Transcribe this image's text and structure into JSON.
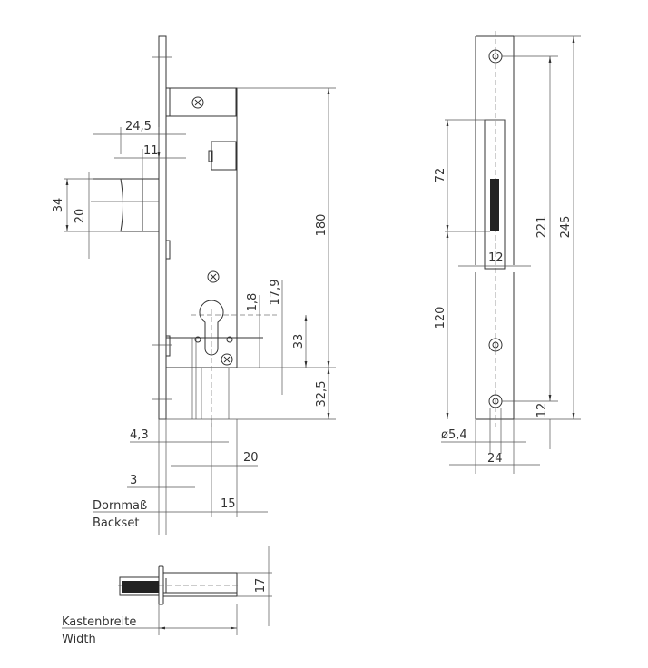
{
  "lock_body": {
    "dims": {
      "d24_5": "24,5",
      "d11": "11",
      "d34": "34",
      "d20": "20",
      "d180": "180",
      "d1_8": "1,8",
      "d17_9": "17,9",
      "d33": "33",
      "d32_5": "32,5",
      "d4_3": "4,3",
      "d20b": "20",
      "d3": "3",
      "d15": "15"
    },
    "backset_de": "Dornmaß",
    "backset_en": "Backset"
  },
  "strike_plate": {
    "dims": {
      "d72": "72",
      "d120": "120",
      "d12": "12",
      "d221": "221",
      "d245": "245",
      "d12b": "12",
      "dia": "ø5,4",
      "d24": "24"
    }
  },
  "bottom_view": {
    "dims": {
      "d17": "17"
    },
    "width_de": "Kastenbreite",
    "width_en": "Width"
  }
}
